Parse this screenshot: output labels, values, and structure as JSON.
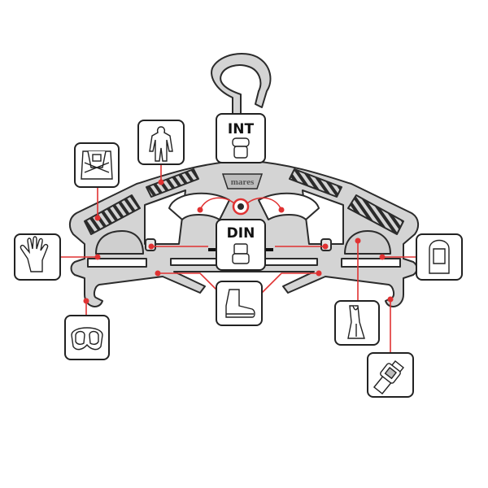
{
  "diagram": {
    "labels": {
      "int": "INT",
      "din": "DIN",
      "brand": "mares"
    },
    "colors": {
      "hanger_fill": "#d4d4d4",
      "hanger_stroke": "#2b2b2b",
      "connector": "#e03232",
      "box_stroke": "#222222",
      "box_fill": "#ffffff",
      "dark_pad": "#cfcfcf"
    },
    "items": [
      {
        "name": "wetsuit",
        "icon": "wetsuit-icon"
      },
      {
        "name": "bcd",
        "icon": "bcd-icon"
      },
      {
        "name": "int-regulator",
        "icon": "int-regulator-icon"
      },
      {
        "name": "din-regulator",
        "icon": "din-regulator-icon"
      },
      {
        "name": "gloves",
        "icon": "glove-icon"
      },
      {
        "name": "hood",
        "icon": "hood-icon"
      },
      {
        "name": "boots",
        "icon": "boot-icon"
      },
      {
        "name": "mask",
        "icon": "mask-icon"
      },
      {
        "name": "fins",
        "icon": "fins-icon"
      },
      {
        "name": "dive-computer",
        "icon": "dive-computer-icon"
      }
    ]
  }
}
